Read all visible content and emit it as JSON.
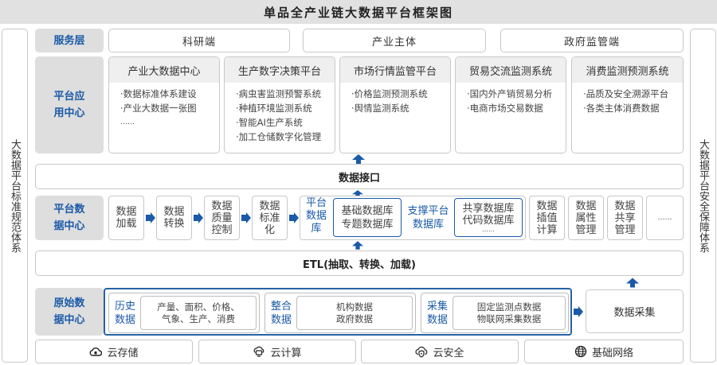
{
  "title": "单品全产业链大数据平台框架图",
  "left_column": "大数据平台标准规范体系",
  "right_column": "大数据平台安全保障体系",
  "service_layer": {
    "label": "服务层",
    "items": [
      "科研端",
      "产业主体",
      "政府监管端"
    ]
  },
  "app_center": {
    "label_line1": "平台应",
    "label_line2": "用中心",
    "cards": [
      {
        "title": "产业大数据中心",
        "items": [
          "·数据标准体系建设",
          "·产业大数据一张图",
          "……"
        ]
      },
      {
        "title": "生产数字决策平台",
        "items": [
          "·病虫害监测预警系统",
          "·种植环境监测系统",
          "·智能AI生产系统",
          "·加工仓储数字化管理"
        ]
      },
      {
        "title": "市场行情监管平台",
        "items": [
          "·价格监测预测系统",
          "·舆情监测系统"
        ]
      },
      {
        "title": "贸易交流监测系统",
        "items": [
          "·国内外产销贸易分析",
          "·电商市场交易数据"
        ]
      },
      {
        "title": "消费监测预测系统",
        "items": [
          "·品质及安全溯源平台",
          "·各类主体消费数据"
        ]
      }
    ]
  },
  "data_interface": "数据接口",
  "platform_center": {
    "label_line1": "平台数",
    "label_line2": "据中心",
    "steps": [
      {
        "lines": [
          "数据",
          "加载"
        ]
      },
      {
        "lines": [
          "数据",
          "转换"
        ]
      },
      {
        "lines": [
          "数据",
          "质量",
          "控制"
        ]
      },
      {
        "lines": [
          "数据",
          "标准",
          "化"
        ]
      }
    ],
    "platform_db": {
      "label": [
        "平台",
        "数据",
        "库"
      ],
      "inner": [
        "基础数据库",
        "专题数据库"
      ]
    },
    "support_db": {
      "label": [
        "支撑平台",
        "数据库"
      ],
      "inner": [
        "共享数据库",
        "代码数据库",
        "……"
      ]
    },
    "tail_steps": [
      {
        "lines": [
          "数据",
          "插值",
          "计算"
        ]
      },
      {
        "lines": [
          "数据",
          "属性",
          "管理"
        ]
      },
      {
        "lines": [
          "数据",
          "共享",
          "管理"
        ]
      },
      {
        "lines": [
          "……"
        ]
      }
    ]
  },
  "etl": "ETL(抽取、转换、加载)",
  "raw_center": {
    "label_line1": "原始数",
    "label_line2": "据中心",
    "groups": [
      {
        "label": [
          "历史",
          "数据"
        ],
        "inner": [
          "产量、面积、价格、",
          "气象、生产、消费"
        ]
      },
      {
        "label": [
          "整合",
          "数据"
        ],
        "inner": [
          "机构数据",
          "政府数据"
        ]
      },
      {
        "label": [
          "采集",
          "数据"
        ],
        "inner": [
          "固定监测点数据",
          "物联网采集数据"
        ]
      }
    ],
    "collect": "数据采集"
  },
  "infrastructure": [
    {
      "icon": "cloud-storage-icon",
      "label": "云存储"
    },
    {
      "icon": "cloud-computing-icon",
      "label": "云计算"
    },
    {
      "icon": "cloud-security-icon",
      "label": "云安全"
    },
    {
      "icon": "globe-icon",
      "label": "基础网络"
    }
  ],
  "colors": {
    "accent_blue": "#1a5aa8",
    "label_bg": "#dedede",
    "title_bg": "#e1e1e1",
    "border": "#c8c8c8"
  }
}
